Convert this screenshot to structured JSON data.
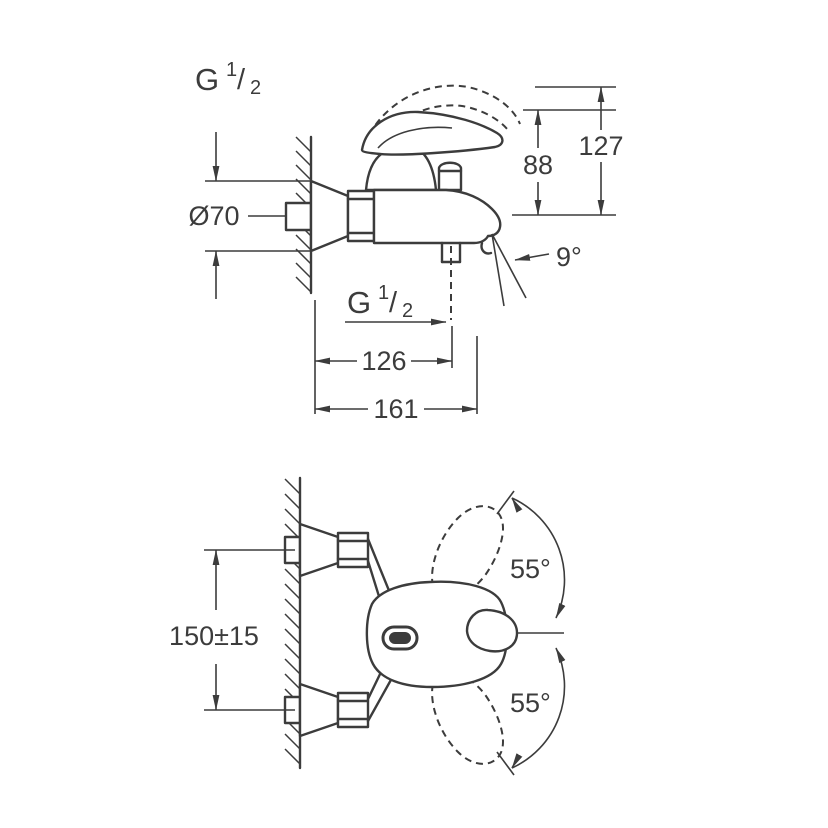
{
  "drawing": {
    "line_color": "#3c3c3c",
    "background": "#ffffff"
  },
  "top_view": {
    "thread_label": {
      "g": "G",
      "numerator": "1",
      "slash": "/",
      "denominator": "2"
    },
    "diameter": "Ø70",
    "height_to_handle": "88",
    "height_overall": "127",
    "spout_angle": "9°",
    "outlet_thread_label": {
      "g": "G",
      "numerator": "1",
      "slash": "/",
      "denominator": "2"
    },
    "depth_to_outlet": "126",
    "depth_overall": "161"
  },
  "front_view": {
    "mounting_distance": "150±15",
    "handle_swing_up": "55°",
    "handle_swing_down": "55°"
  }
}
